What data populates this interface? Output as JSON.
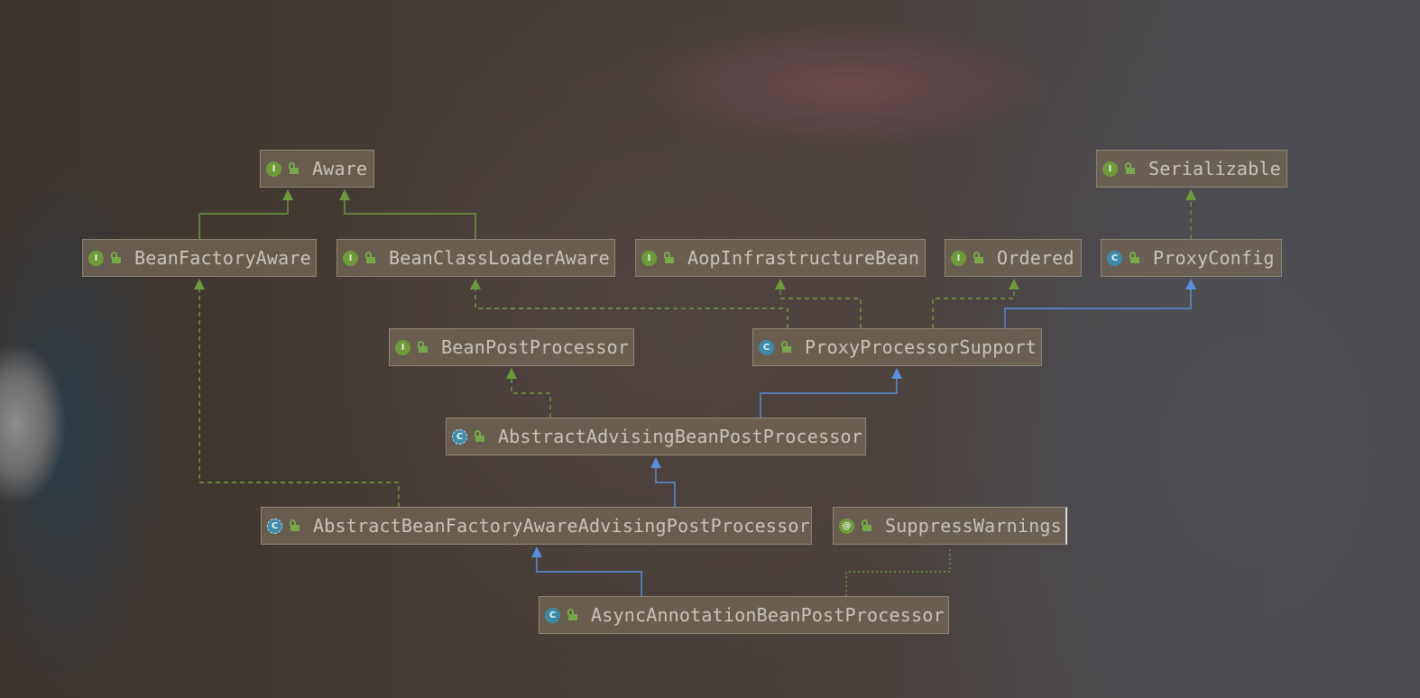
{
  "diagram": {
    "nodes": [
      {
        "id": "aware",
        "label": "Aware",
        "kind": "interface",
        "badge": "I"
      },
      {
        "id": "serializable",
        "label": "Serializable",
        "kind": "interface",
        "badge": "I"
      },
      {
        "id": "beanfactoryaware",
        "label": "BeanFactoryAware",
        "kind": "interface",
        "badge": "I"
      },
      {
        "id": "beanclassloaderaware",
        "label": "BeanClassLoaderAware",
        "kind": "interface",
        "badge": "I"
      },
      {
        "id": "aopinfrastructurebean",
        "label": "AopInfrastructureBean",
        "kind": "interface",
        "badge": "I"
      },
      {
        "id": "ordered",
        "label": "Ordered",
        "kind": "interface",
        "badge": "I"
      },
      {
        "id": "proxyconfig",
        "label": "ProxyConfig",
        "kind": "class",
        "badge": "C"
      },
      {
        "id": "beanpostprocessor",
        "label": "BeanPostProcessor",
        "kind": "interface",
        "badge": "I"
      },
      {
        "id": "proxyprocessorsupport",
        "label": "ProxyProcessorSupport",
        "kind": "class",
        "badge": "C"
      },
      {
        "id": "abstractadvisingbeanpostprocessor",
        "label": "AbstractAdvisingBeanPostProcessor",
        "kind": "abstract-class",
        "badge": "C"
      },
      {
        "id": "abstractbeanfactoryawareadvisingpostprocessor",
        "label": "AbstractBeanFactoryAwareAdvisingPostProcessor",
        "kind": "abstract-class",
        "badge": "C"
      },
      {
        "id": "suppresswarnings",
        "label": "SuppressWarnings",
        "kind": "annotation",
        "badge": "@"
      },
      {
        "id": "asyncannotationbeanpostprocessor",
        "label": "AsyncAnnotationBeanPostProcessor",
        "kind": "class",
        "badge": "C"
      }
    ],
    "edges": [
      {
        "from": "beanfactoryaware",
        "to": "aware",
        "type": "extends-interface"
      },
      {
        "from": "beanclassloaderaware",
        "to": "aware",
        "type": "extends-interface"
      },
      {
        "from": "proxyprocessorsupport",
        "to": "beanclassloaderaware",
        "type": "implements"
      },
      {
        "from": "proxyprocessorsupport",
        "to": "aopinfrastructurebean",
        "type": "implements"
      },
      {
        "from": "proxyprocessorsupport",
        "to": "ordered",
        "type": "implements"
      },
      {
        "from": "proxyprocessorsupport",
        "to": "proxyconfig",
        "type": "extends-class"
      },
      {
        "from": "proxyconfig",
        "to": "serializable",
        "type": "implements"
      },
      {
        "from": "abstractadvisingbeanpostprocessor",
        "to": "beanpostprocessor",
        "type": "implements"
      },
      {
        "from": "abstractadvisingbeanpostprocessor",
        "to": "proxyprocessorsupport",
        "type": "extends-class"
      },
      {
        "from": "abstractbeanfactoryawareadvisingpostprocessor",
        "to": "abstractadvisingbeanpostprocessor",
        "type": "extends-class"
      },
      {
        "from": "abstractbeanfactoryawareadvisingpostprocessor",
        "to": "beanfactoryaware",
        "type": "implements"
      },
      {
        "from": "asyncannotationbeanpostprocessor",
        "to": "abstractbeanfactoryawareadvisingpostprocessor",
        "type": "extends-class"
      },
      {
        "from": "asyncannotationbeanpostprocessor",
        "to": "suppresswarnings",
        "type": "annotated-with"
      }
    ],
    "colors": {
      "extends_interface": "#6e9a3e",
      "implements": "#6e9a3e",
      "extends_class": "#5b8fd9",
      "annotation": "#6e9a3e",
      "node_fill": "#706456",
      "node_border": "#8f8676",
      "label_text": "#c9c4bc",
      "badge_interface": "#6f9a3c",
      "badge_class": "#3f8aa6"
    }
  }
}
